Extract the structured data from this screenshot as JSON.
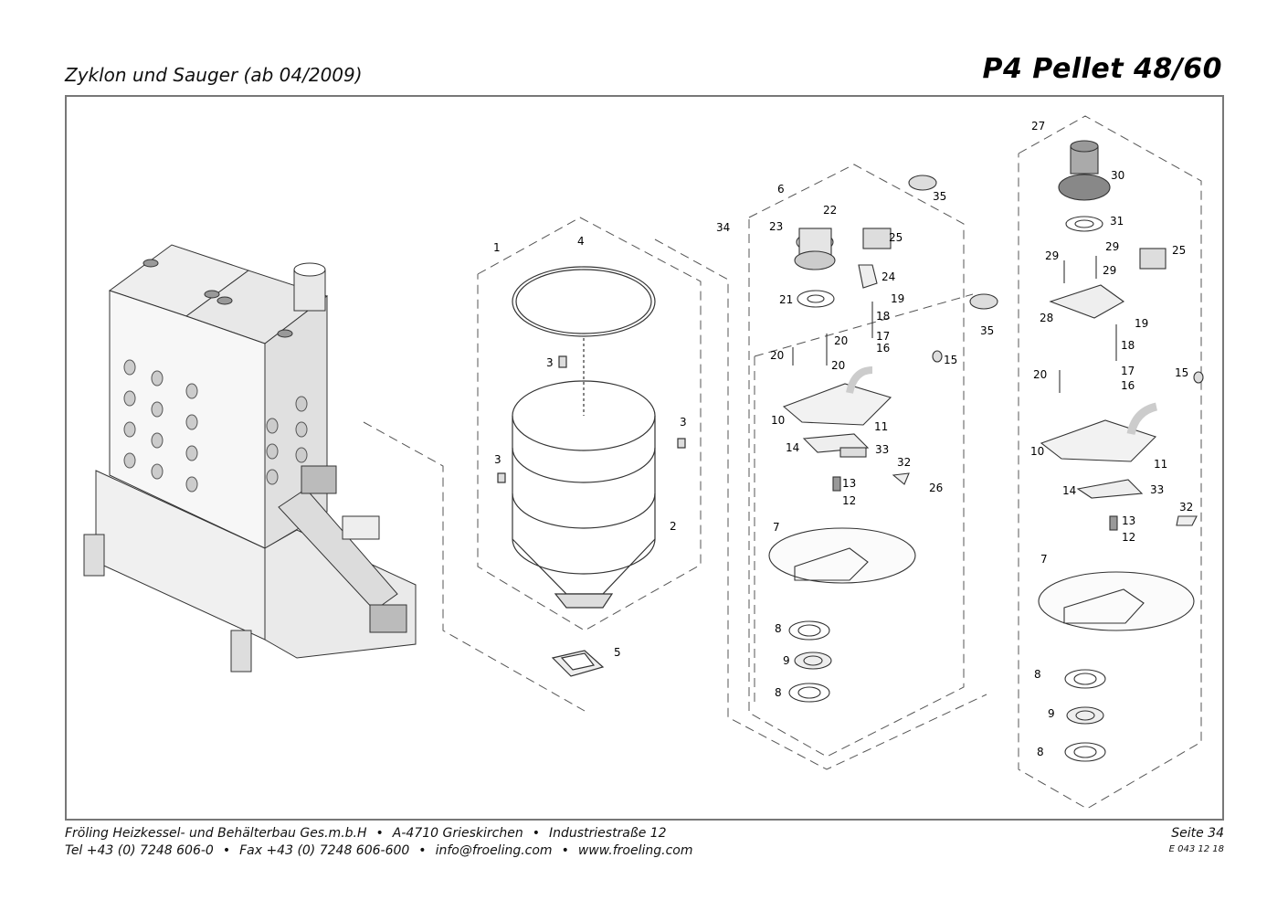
{
  "header": {
    "subtitle": "Zyklon und Sauger (ab 04/2009)",
    "model": "P4 Pellet 48/60"
  },
  "footer": {
    "company": "Fröling Heizkessel- und Behälterbau Ges.m.b.H",
    "address": "A-4710 Grieskirchen",
    "street": "Industriestraße 12",
    "tel": "Tel +43 (0) 7248 606-0",
    "fax": "Fax +43 (0) 7248 606-600",
    "email": "info@froeling.com",
    "web": "www.froeling.com",
    "bullet": "•",
    "page": "Seite 34",
    "doc_code": "E 043 12 18"
  },
  "part_labels": {
    "cyclone": [
      "1",
      "4",
      "3",
      "3",
      "3",
      "2",
      "5"
    ],
    "suction_left": [
      "34",
      "6",
      "22",
      "23",
      "25",
      "35",
      "24",
      "21",
      "19",
      "18",
      "17",
      "16",
      "35",
      "20",
      "20",
      "20",
      "15",
      "10",
      "11",
      "14",
      "33",
      "32",
      "13",
      "12",
      "26",
      "7",
      "8",
      "9",
      "8"
    ],
    "suction_right": [
      "27",
      "30",
      "31",
      "29",
      "29",
      "25",
      "29",
      "28",
      "19",
      "18",
      "17",
      "16",
      "20",
      "15",
      "10",
      "11",
      "14",
      "33",
      "13",
      "12",
      "32",
      "7",
      "8",
      "9",
      "8"
    ]
  }
}
